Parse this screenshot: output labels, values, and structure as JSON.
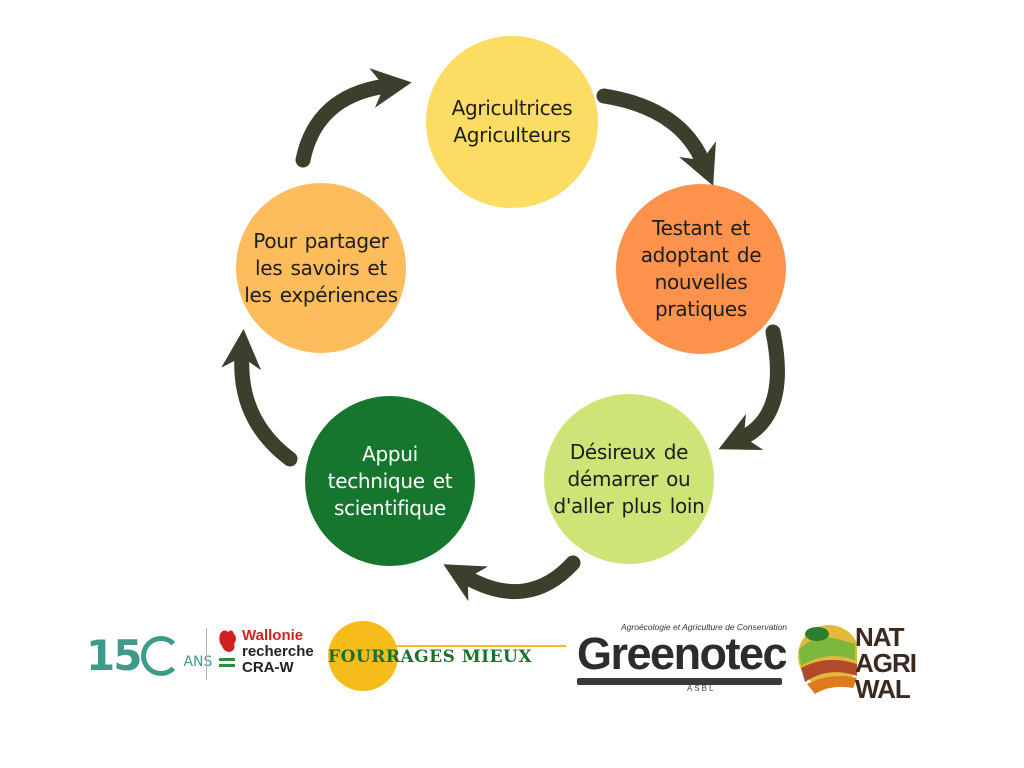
{
  "colors": {
    "arrow": "#3b3f2c",
    "node_top": "#fddc63",
    "node_right": "#fd924d",
    "node_bottom_right": "#cde476",
    "node_bottom_left": "#16762d",
    "node_left": "#febd5c"
  },
  "cycle": {
    "nodes": [
      {
        "id": "top",
        "label": "Agricultrices Agriculteurs"
      },
      {
        "id": "right",
        "label": "Testant et adoptant de nouvelles pratiques"
      },
      {
        "id": "bottom_right",
        "label": "Désireux de démarrer ou d'aller plus loin"
      },
      {
        "id": "bottom_left",
        "label": "Appui technique et scientifique"
      },
      {
        "id": "left",
        "label": "Pour partager les savoirs et les expériences"
      }
    ]
  },
  "logos": {
    "cra150": {
      "number": "15",
      "suffix": "ANS"
    },
    "wallonie": {
      "line1": "Wallonie",
      "line2": "recherche",
      "line3": "CRA-W"
    },
    "fourrages": {
      "name": "FOURRAGES MIEUX"
    },
    "greenotec": {
      "tagline": "Agroécologie et Agriculture de Conservation",
      "name": "Greenotec",
      "suffix": "ASBL"
    },
    "natagriwal": {
      "line1": "NAT",
      "line2": "AGRI",
      "line3": "WAL"
    }
  }
}
